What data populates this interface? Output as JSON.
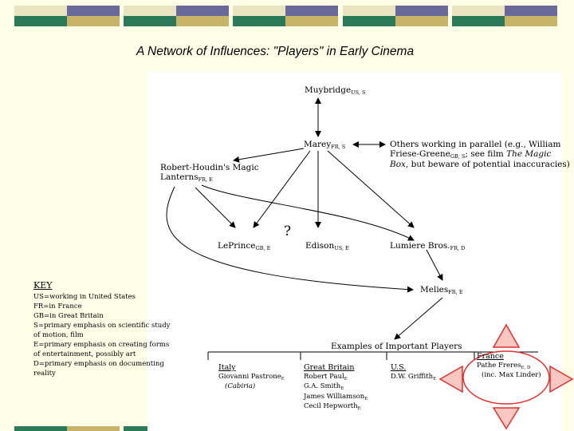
{
  "slide": {
    "title": "A Network of Influences: \"Players\" in Early Cinema",
    "colors": {
      "background": "#ffffe8",
      "tile_olive": "#c8b468",
      "tile_blue": "#6a6a9a",
      "tile_teal": "#2a7a5a",
      "tile_light": "#e8e4c0",
      "red": "#e03030",
      "red_fill": "#f8c8c0"
    }
  },
  "nodes": {
    "muybridge": {
      "name": "Muybridge",
      "tag": "US, S"
    },
    "marey": {
      "name": "Marey",
      "tag": "FR, S"
    },
    "others": {
      "line1": "Others working in parallel (e.g., William",
      "line2a": "Friese-Greene",
      "line2tag": "GB, S",
      "line2b": "; see film ",
      "line2film": "The Magic",
      "line3film": "Box",
      "line3b": ", but beware of potential inaccuracies)"
    },
    "houdin": {
      "line1": "Robert-Houdin's Magic",
      "line2": "Lanterns",
      "tag": "FR, E"
    },
    "leprince": {
      "name": "LePrince",
      "tag": "GB, E"
    },
    "question": "?",
    "edison": {
      "name": "Edison",
      "tag": "US, E"
    },
    "lumiere": {
      "name": "Lumiere Bros.",
      "tag": "FR, D"
    },
    "melies": {
      "name": "Melies",
      "tag": "FR, E"
    },
    "examples": "Examples of Important Players"
  },
  "key": {
    "header": "KEY",
    "lines": [
      "US=working in United States",
      "FR=in France",
      "GB=in Great Britain",
      "S=primary emphasis on scientific study",
      "of motion, film",
      "E=primary emphasis on creating forms",
      "of entertainment, possibly art",
      "D=primary emphasis on documenting",
      "reality"
    ]
  },
  "players": {
    "italy": {
      "header": "Italy",
      "name": "Giovanni Pastrone",
      "tag": "E",
      "film": "(Cabiria)"
    },
    "britain": {
      "header": "Great Britain",
      "names": [
        {
          "name": "Robert Paul",
          "tag": "E"
        },
        {
          "name": "G.A. Smith",
          "tag": "E"
        },
        {
          "name": "James Williamson",
          "tag": "E"
        },
        {
          "name": "Cecil Hepworth",
          "tag": "E"
        }
      ]
    },
    "us": {
      "header": "U.S.",
      "name": "D.W. Griffith",
      "tag": "E"
    },
    "france": {
      "header": "France",
      "name": "Pathe Freres",
      "tag": "E, D",
      "note": "(inc. Max Linder)"
    }
  }
}
